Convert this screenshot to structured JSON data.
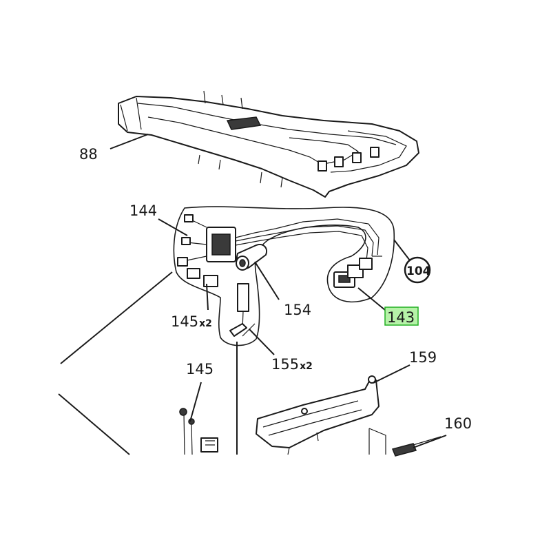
{
  "labels": {
    "p88": "88",
    "p144": "144",
    "p104": "104",
    "p154": "154",
    "p143": "143",
    "p145x2_num": "145",
    "p145x2_suffix": "x2",
    "p155x2_num": "155",
    "p155x2_suffix": "x2",
    "p159": "159",
    "p145": "145",
    "p160": "160"
  },
  "highlight": {
    "part": "143",
    "fill": "#b6f2a8",
    "stroke": "#22b022"
  }
}
